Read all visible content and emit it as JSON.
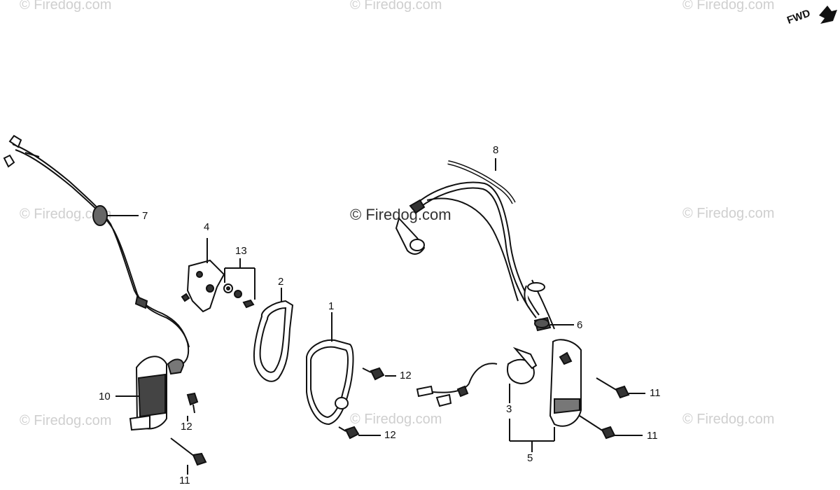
{
  "watermark": "© Firedog.com",
  "fwd_label": "FWD",
  "callouts": {
    "c1": "1",
    "c2": "2",
    "c3": "3",
    "c4": "4",
    "c5": "5",
    "c6": "6",
    "c7": "7",
    "c8": "8",
    "c10": "10",
    "c11a": "11",
    "c11b": "11",
    "c11c": "11",
    "c12a": "12",
    "c12b": "12",
    "c12c": "12",
    "c13": "13"
  },
  "colors": {
    "ink": "#111111",
    "watermark": "#cfcfcf",
    "background": "#ffffff"
  }
}
